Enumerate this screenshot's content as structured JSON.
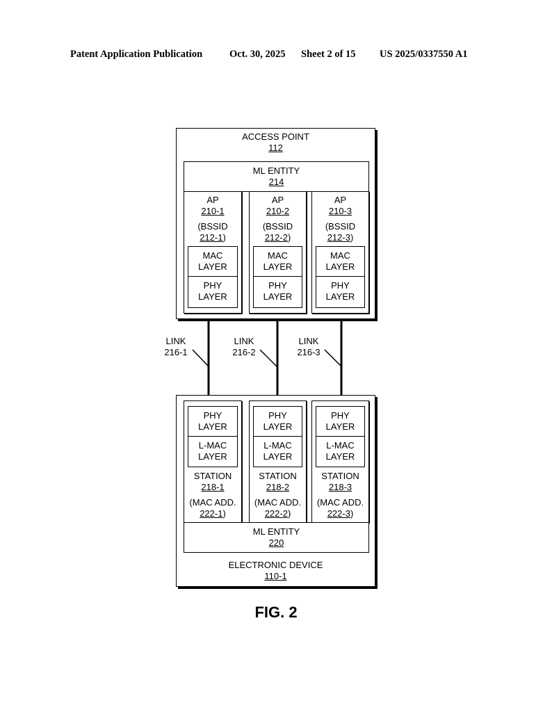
{
  "header": {
    "publication": "Patent Application Publication",
    "date": "Oct. 30, 2025",
    "sheet": "Sheet 2 of 15",
    "number": "US 2025/0337550 A1"
  },
  "access_point": {
    "title": "ACCESS POINT",
    "ref": "112",
    "ml_entity": {
      "title": "ML ENTITY",
      "ref": "214"
    },
    "aps": [
      {
        "title": "AP",
        "ref": "210-1",
        "bssid_prefix": "(BSSID",
        "bssid_ref": "212-1",
        "bssid_suffix": ")",
        "mac": [
          "MAC",
          "LAYER"
        ],
        "phy": [
          "PHY",
          "LAYER"
        ]
      },
      {
        "title": "AP",
        "ref": "210-2",
        "bssid_prefix": "(BSSID",
        "bssid_ref": "212-2",
        "bssid_suffix": ")",
        "mac": [
          "MAC",
          "LAYER"
        ],
        "phy": [
          "PHY",
          "LAYER"
        ]
      },
      {
        "title": "AP",
        "ref": "210-3",
        "bssid_prefix": "(BSSID",
        "bssid_ref": "212-3",
        "bssid_suffix": ")",
        "mac": [
          "MAC",
          "LAYER"
        ],
        "phy": [
          "PHY",
          "LAYER"
        ]
      }
    ]
  },
  "links": [
    {
      "title": "LINK",
      "ref": "216-1"
    },
    {
      "title": "LINK",
      "ref": "216-2"
    },
    {
      "title": "LINK",
      "ref": "216-3"
    }
  ],
  "electronic_device": {
    "title": "ELECTRONIC DEVICE",
    "ref": "110-1",
    "ml_entity": {
      "title": "ML ENTITY",
      "ref": "220"
    },
    "stations": [
      {
        "phy": [
          "PHY",
          "LAYER"
        ],
        "lmac": [
          "L-MAC",
          "LAYER"
        ],
        "title": "STATION",
        "ref": "218-1",
        "mac_prefix": "(MAC ADD.",
        "mac_ref": "222-1",
        "mac_suffix": ")"
      },
      {
        "phy": [
          "PHY",
          "LAYER"
        ],
        "lmac": [
          "L-MAC",
          "LAYER"
        ],
        "title": "STATION",
        "ref": "218-2",
        "mac_prefix": "(MAC ADD.",
        "mac_ref": "222-2",
        "mac_suffix": ")"
      },
      {
        "phy": [
          "PHY",
          "LAYER"
        ],
        "lmac": [
          "L-MAC",
          "LAYER"
        ],
        "title": "STATION",
        "ref": "218-3",
        "mac_prefix": "(MAC ADD.",
        "mac_ref": "222-3",
        "mac_suffix": ")"
      }
    ]
  },
  "figure_label": "FIG. 2"
}
